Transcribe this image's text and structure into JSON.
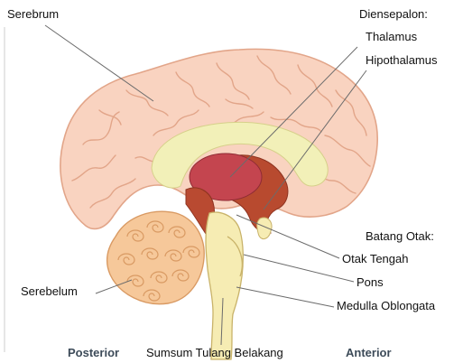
{
  "labels": {
    "serebrum": "Serebrum",
    "diensepalon": "Diensepalon:",
    "thalamus": "Thalamus",
    "hipothalamus": "Hipothalamus",
    "batang_otak": "Batang Otak:",
    "otak_tengah": "Otak Tengah",
    "pons": "Pons",
    "medulla": "Medulla Oblongata",
    "serebelum": "Serebelum",
    "sumsum": "Sumsum Tulang Belakang",
    "posterior": "Posterior",
    "anterior": "Anterior"
  },
  "colors": {
    "cerebrum": "#f9d3c0",
    "cerebrum_outline": "#e2a589",
    "cerebellum": "#f6c89a",
    "cerebellum_outline": "#d99a63",
    "corpus_callosum": "#f2f0b8",
    "thalamus": "#c4454f",
    "hypothalamus": "#b84a2f",
    "brainstem": "#f6ecb3",
    "brainstem_outline": "#c9b36a",
    "midbrain": "#b94a31",
    "leader_line": "#6b6b6b"
  }
}
